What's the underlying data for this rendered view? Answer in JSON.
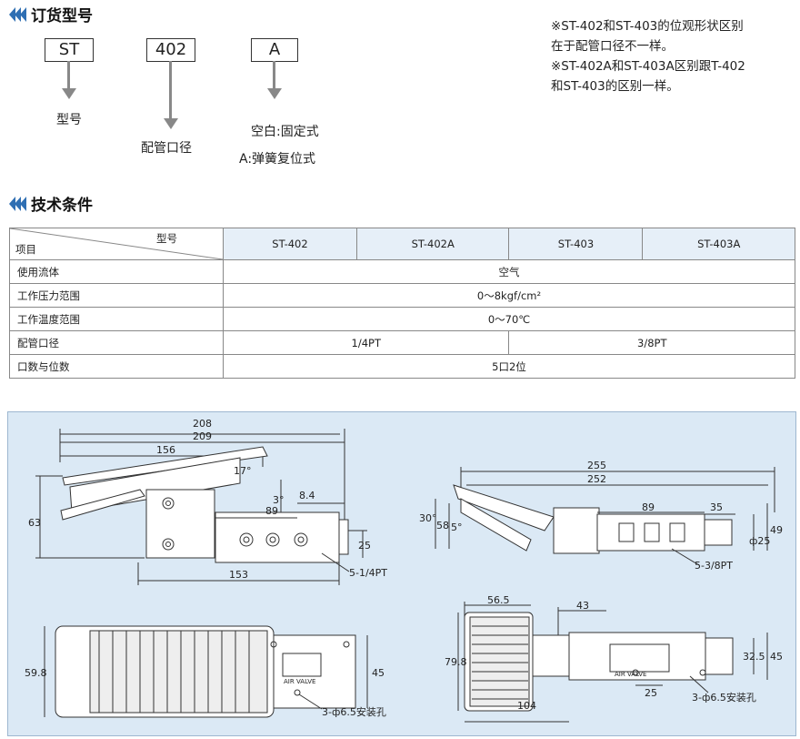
{
  "order": {
    "title": "订货型号",
    "boxes": [
      "ST",
      "402",
      "A"
    ],
    "labels": {
      "model": "型号",
      "port": "配管口径",
      "fixed": "空白:固定式",
      "spring": "A:弹簧复位式"
    }
  },
  "notes": [
    "※ST-402和ST-403的位观形状区别",
    "在于配管口径不一样。",
    "※ST-402A和ST-403A区别跟T-402",
    "和ST-403的区别一样。"
  ],
  "specs": {
    "title": "技术条件",
    "corner_top": "型号",
    "corner_bottom": "项目",
    "models": [
      "ST-402",
      "ST-402A",
      "ST-403",
      "ST-403A"
    ],
    "rows": [
      {
        "label": "使用流体",
        "value": "空气"
      },
      {
        "label": "工作压力范围",
        "value": "0～8kgf/cm²"
      },
      {
        "label": "工作温度范围",
        "value": "0～70℃"
      },
      {
        "label": "配管口径",
        "left": "1/4PT",
        "right": "3/8PT"
      },
      {
        "label": "口数与位数",
        "value": "5口2位"
      }
    ]
  },
  "drawing": {
    "dims_a": {
      "d208": "208",
      "d209": "209",
      "d156": "156",
      "d17": "17°",
      "d3": "3°",
      "d84": "8.4",
      "d89": "89",
      "d63": "63",
      "d25": "25",
      "d153": "153",
      "port": "5-1/4PT"
    },
    "dims_b": {
      "d255": "255",
      "d252": "252",
      "d89": "89",
      "d35": "35",
      "d30": "30°",
      "d5": "5°",
      "d58": "58",
      "d49": "49",
      "dphi25": "ф25",
      "port": "5-3/8PT"
    },
    "dims_c": {
      "d598": "59.8",
      "d45": "45",
      "holes": "3-ф6.5安装孔",
      "brand": "AIR VALVE"
    },
    "dims_d": {
      "d565": "56.5",
      "d43": "43",
      "d798": "79.8",
      "d325": "32.5",
      "d45": "45",
      "d25": "25",
      "d104": "104",
      "holes": "3-ф6.5安装孔",
      "brand": "AIR VALVE"
    }
  }
}
